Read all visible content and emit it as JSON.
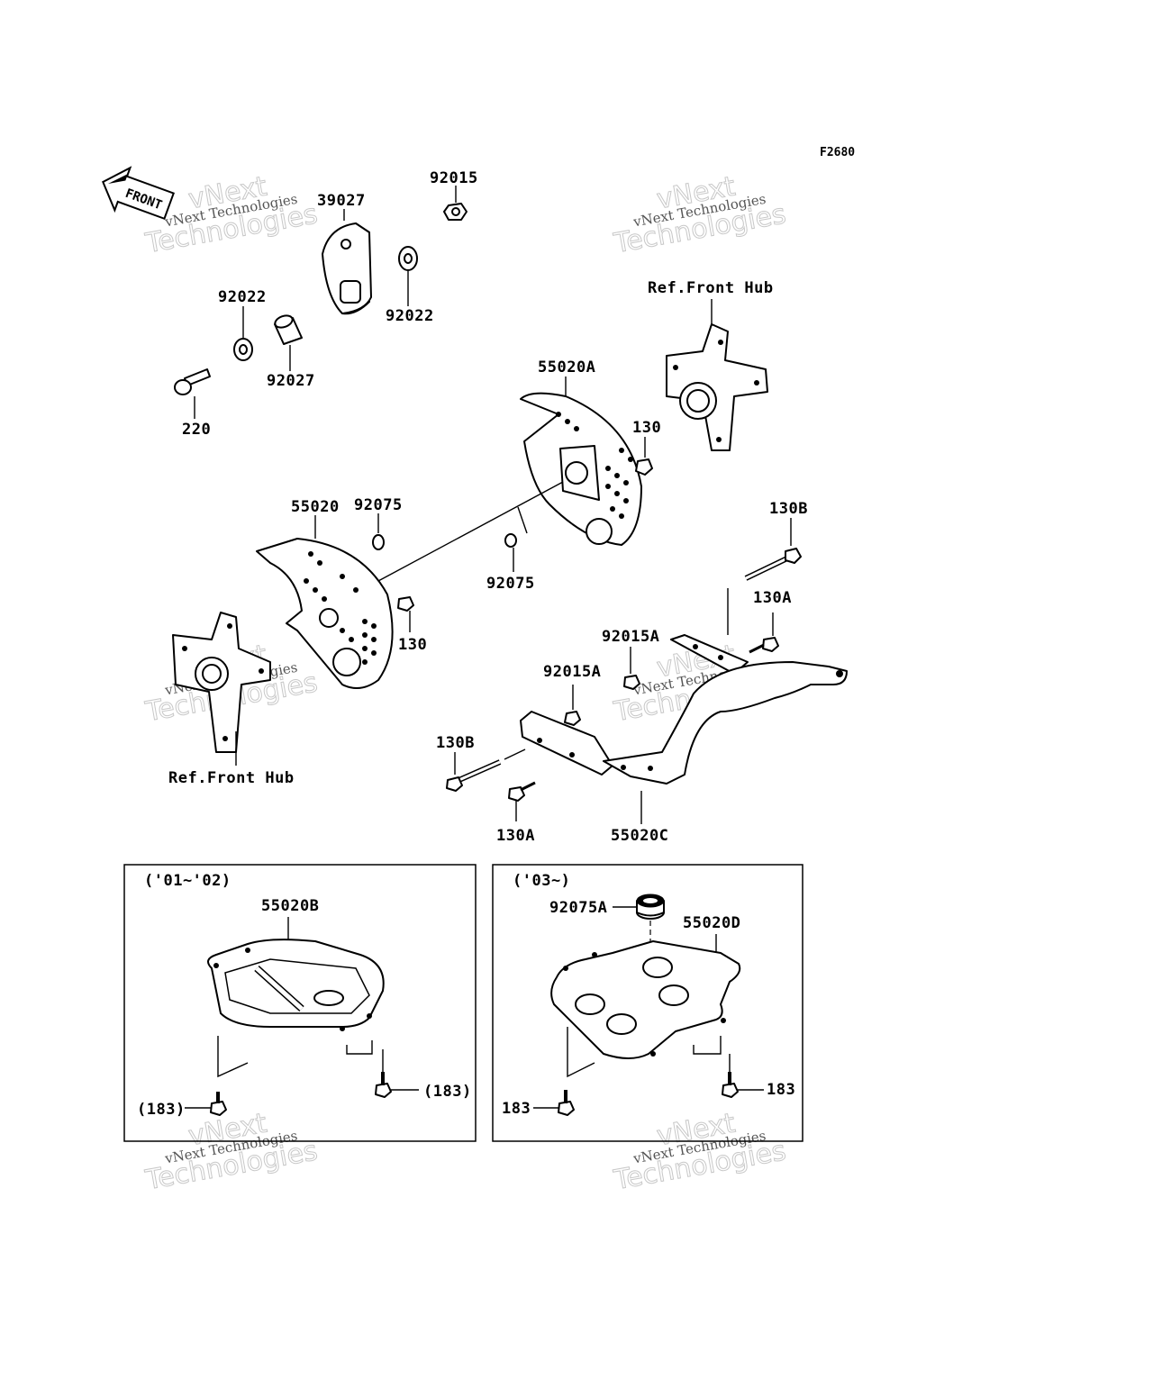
{
  "diagram": {
    "code": "F2680",
    "front_arrow": "FRONT",
    "watermark": {
      "line1": "vNext Technologies",
      "big1": "vNext",
      "big2": "Technologies"
    },
    "labels": {
      "p39027": "39027",
      "p92015": "92015",
      "p92022_left": "92022",
      "p92022_right": "92022",
      "p92027": "92027",
      "p220": "220",
      "ref_front_hub_top": "Ref.Front Hub",
      "p55020A": "55020A",
      "p130_right": "130",
      "p55020": "55020",
      "p92075_top": "92075",
      "p92075_bottom": "92075",
      "p130_left": "130",
      "p130B_right": "130B",
      "p130A_right": "130A",
      "p92015A_upper": "92015A",
      "p92015A_lower": "92015A",
      "p130B_left": "130B",
      "p130A_left": "130A",
      "p55020C": "55020C",
      "ref_front_hub_bottom": "Ref.Front Hub"
    },
    "box_left": {
      "years": "('01~'02)",
      "p55020B": "55020B",
      "p183_left": "(183)",
      "p183_right": "(183)"
    },
    "box_right": {
      "years": "('03~)",
      "p92075A": "92075A",
      "p55020D": "55020D",
      "p183_left": "183",
      "p183_right": "183"
    }
  }
}
